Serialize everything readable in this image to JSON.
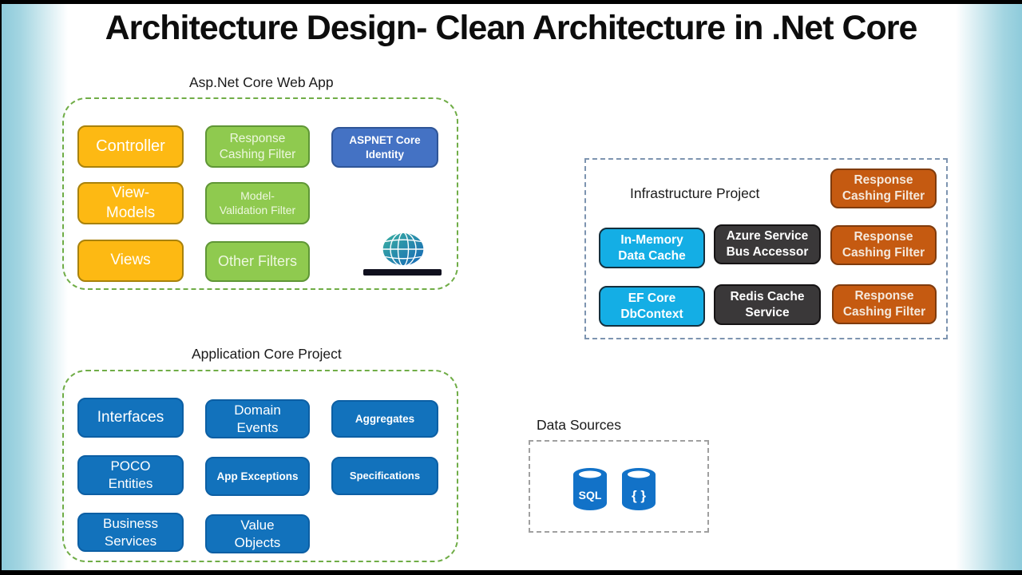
{
  "title": "Architecture Design- Clean Architecture in .Net Core",
  "colors": {
    "gold": "#FDB913",
    "green": "#8FCA4F",
    "accent_blue": "#4472C4",
    "core_blue": "#1272BC",
    "cyan": "#14AEE5",
    "dark_gray": "#3A3839",
    "orange": "#C55A11",
    "dashed_green_border": "#70AD47",
    "dashed_slate_border": "#7D94B0",
    "dashed_gray_border": "#A0A0A0",
    "edge_gradient_blue": "#8ECBDB"
  },
  "sections": {
    "webapp": {
      "label": "Asp.Net Core Web App",
      "controller": "Controller",
      "response_cashing_filter": "Response\nCashing Filter",
      "aspnet_core_identity": "ASPNET Core\nIdentity",
      "view_models": "View-\nModels",
      "model_validation_filter": "Model-\nValidation Filter",
      "views": "Views",
      "other_filters": "Other Filters",
      "icon": "internet-globe-icon"
    },
    "infrastructure": {
      "label": "Infrastructure Project",
      "in_memory_data_cache": "In-Memory\nData Cache",
      "azure_service_bus_accessor": "Azure Service\nBus Accessor",
      "ef_core_dbcontext": "EF Core\nDbContext",
      "redis_cache_service": "Redis Cache\nService",
      "response_cashing_filters": [
        "Response\nCashing Filter",
        "Response\nCashing Filter",
        "Response\nCashing Filter"
      ]
    },
    "appcore": {
      "label": "Application Core Project",
      "interfaces": "Interfaces",
      "domain_events": "Domain\nEvents",
      "aggregates": "Aggregates",
      "poco_entities": "POCO\nEntities",
      "app_exceptions": "App Exceptions",
      "specifications": "Specifications",
      "business_services": "Business\nServices",
      "value_objects": "Value\nObjects"
    },
    "datasources": {
      "label": "Data Sources",
      "sql_db_label": "SQL",
      "json_db_label": "{ }"
    }
  }
}
